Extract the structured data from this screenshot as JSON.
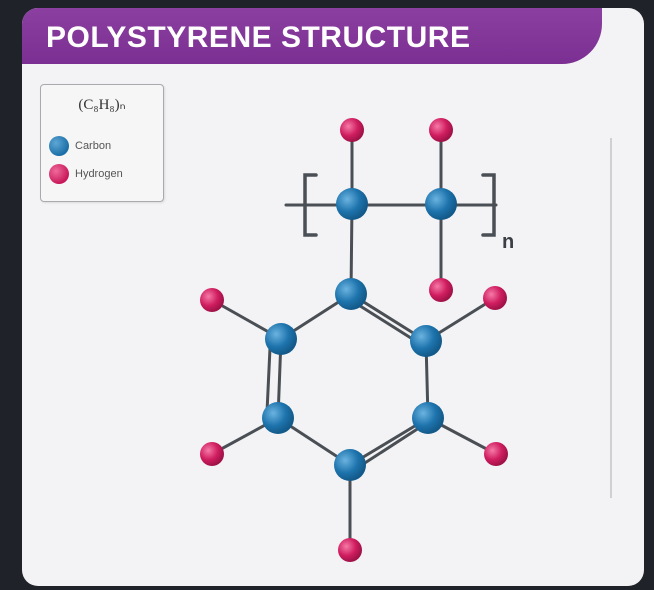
{
  "title": "POLYSTYRENE STRUCTURE",
  "legend": {
    "formula": "(C₈H₈)ₙ",
    "carbon": "Carbon",
    "hydrogen": "Hydrogen"
  },
  "subscript": "n",
  "colors": {
    "banner": "#7b2f92",
    "carbon": "#1b6fa6",
    "hydrogen": "#c8185a",
    "bond": "#4a4f55"
  }
}
